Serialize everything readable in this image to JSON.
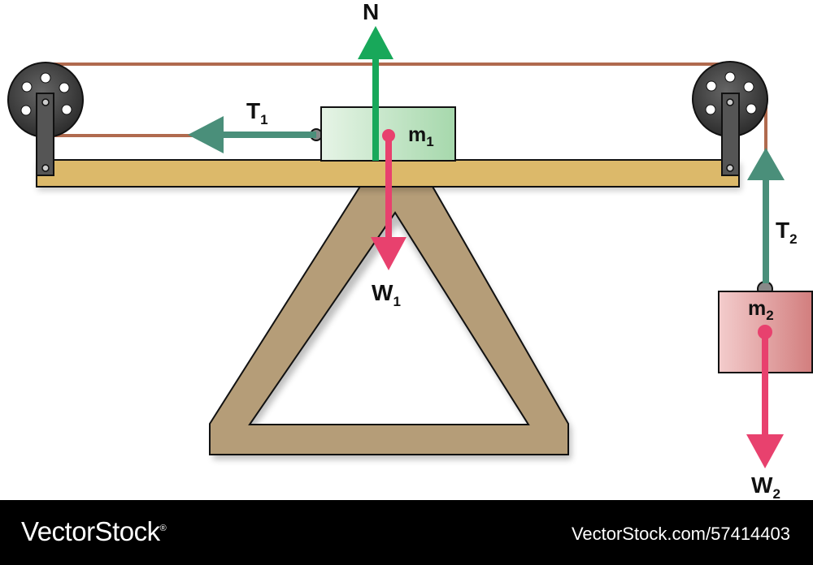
{
  "labels": {
    "normal_force": "N",
    "tension_1": "T",
    "tension_1_sub": "1",
    "mass_1": "m",
    "mass_1_sub": "1",
    "weight_1": "W",
    "weight_1_sub": "1",
    "tension_2": "T",
    "tension_2_sub": "2",
    "mass_2": "m",
    "mass_2_sub": "2",
    "weight_2": "W",
    "weight_2_sub": "2"
  },
  "footer": {
    "brand": "VectorStock",
    "registered_mark": "®",
    "image_id": "VectorStock.com/57414403"
  },
  "colors": {
    "rope": "#b06a4e",
    "tension_arrow": "#4a8f7a",
    "normal_arrow": "#18a85a",
    "weight_arrow": "#e8416e",
    "plank": "#dcb96a",
    "stand": "#b59d78",
    "block_1": "#bfe3c4",
    "block_2": "#e3a6a6",
    "pulley": "#3a3a3a"
  },
  "icons": {
    "left_pulley": "pulley-icon",
    "right_pulley": "pulley-icon"
  }
}
